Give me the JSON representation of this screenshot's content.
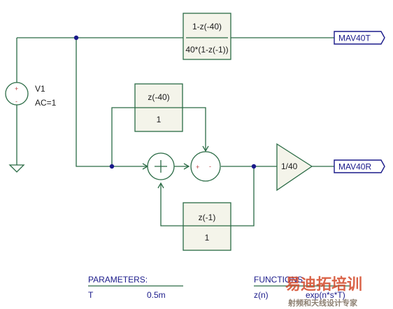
{
  "blocks": {
    "top_num": "1-z(-40)",
    "top_den": "40*(1-z(-1))",
    "delay40_num": "z(-40)",
    "delay40_den": "1",
    "delay1_num": "z(-1)",
    "delay1_den": "1"
  },
  "gain": "1/40",
  "source": {
    "name": "V1",
    "ac": "AC=1",
    "plus": "+",
    "minus": "-"
  },
  "sum": {
    "plus": "+",
    "minus": "-"
  },
  "outputs": {
    "top": "MAV40T",
    "bottom": "MAV40R"
  },
  "parameters": {
    "heading": "PARAMETERS:",
    "name": "T",
    "value": "0.5m"
  },
  "functions": {
    "heading": "FUNCTIONS:",
    "name": "z(n)",
    "expr": "exp(n*s*T)"
  },
  "watermark": {
    "main": "易迪拓培训",
    "sub": "射频和天线设计专家"
  },
  "colors": {
    "wire": "#2a6b45",
    "text": "#1a1a8a",
    "pin": "#b83a3a",
    "watermark": "#d44a2a"
  }
}
